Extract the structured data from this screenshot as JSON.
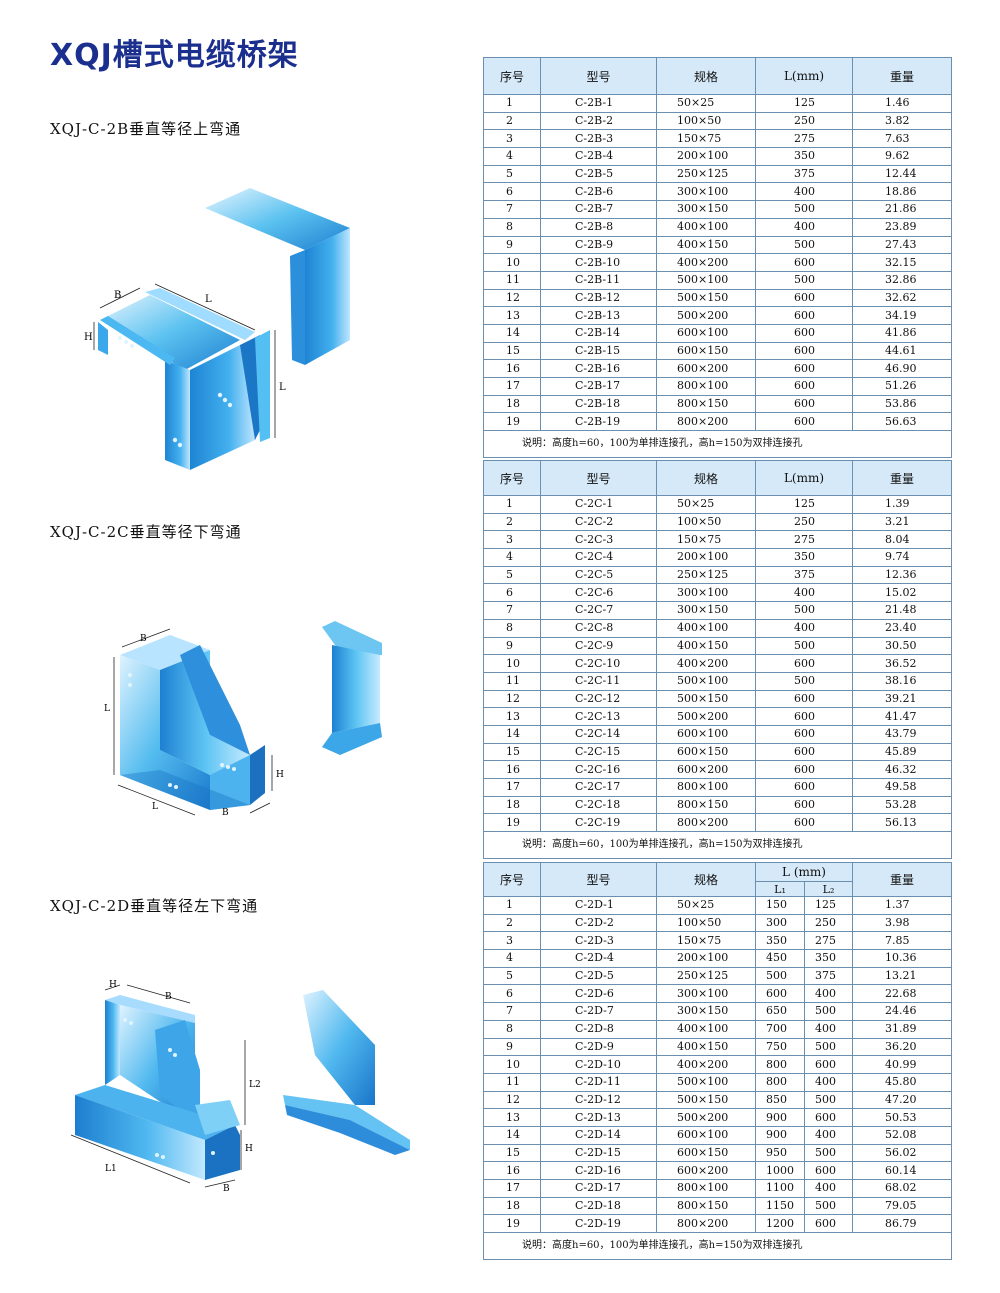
{
  "page_title": "XQJ槽式电缆桥架",
  "headers": {
    "no": "序号",
    "model": "型号",
    "spec": "规格",
    "length": "L(mm)",
    "length_group": "L (mm)",
    "l1": "L₁",
    "l2": "L₂",
    "weight": "重量"
  },
  "dimension_labels": {
    "B": "B",
    "L": "L",
    "H": "H",
    "L1": "L1",
    "L2": "L2"
  },
  "sections": [
    {
      "title": "XQJ-C-2B垂直等径上弯通",
      "note": "说明：高度h=60，100为单排连接孔，高h=150为双排连接孔",
      "rows": [
        [
          "1",
          "C-2B-1",
          "50×25",
          "125",
          "1.46"
        ],
        [
          "2",
          "C-2B-2",
          "100×50",
          "250",
          "3.82"
        ],
        [
          "3",
          "C-2B-3",
          "150×75",
          "275",
          "7.63"
        ],
        [
          "4",
          "C-2B-4",
          "200×100",
          "350",
          "9.62"
        ],
        [
          "5",
          "C-2B-5",
          "250×125",
          "375",
          "12.44"
        ],
        [
          "6",
          "C-2B-6",
          "300×100",
          "400",
          "18.86"
        ],
        [
          "7",
          "C-2B-7",
          "300×150",
          "500",
          "21.86"
        ],
        [
          "8",
          "C-2B-8",
          "400×100",
          "400",
          "23.89"
        ],
        [
          "9",
          "C-2B-9",
          "400×150",
          "500",
          "27.43"
        ],
        [
          "10",
          "C-2B-10",
          "400×200",
          "600",
          "32.15"
        ],
        [
          "11",
          "C-2B-11",
          "500×100",
          "500",
          "32.86"
        ],
        [
          "12",
          "C-2B-12",
          "500×150",
          "600",
          "32.62"
        ],
        [
          "13",
          "C-2B-13",
          "500×200",
          "600",
          "34.19"
        ],
        [
          "14",
          "C-2B-14",
          "600×100",
          "600",
          "41.86"
        ],
        [
          "15",
          "C-2B-15",
          "600×150",
          "600",
          "44.61"
        ],
        [
          "16",
          "C-2B-16",
          "600×200",
          "600",
          "46.90"
        ],
        [
          "17",
          "C-2B-17",
          "800×100",
          "600",
          "51.26"
        ],
        [
          "18",
          "C-2B-18",
          "800×150",
          "600",
          "53.86"
        ],
        [
          "19",
          "C-2B-19",
          "800×200",
          "600",
          "56.63"
        ]
      ]
    },
    {
      "title": "XQJ-C-2C垂直等径下弯通",
      "note": "说明：高度h=60，100为单排连接孔，高h=150为双排连接孔",
      "rows": [
        [
          "1",
          "C-2C-1",
          "50×25",
          "125",
          "1.39"
        ],
        [
          "2",
          "C-2C-2",
          "100×50",
          "250",
          "3.21"
        ],
        [
          "3",
          "C-2C-3",
          "150×75",
          "275",
          "8.04"
        ],
        [
          "4",
          "C-2C-4",
          "200×100",
          "350",
          "9.74"
        ],
        [
          "5",
          "C-2C-5",
          "250×125",
          "375",
          "12.36"
        ],
        [
          "6",
          "C-2C-6",
          "300×100",
          "400",
          "15.02"
        ],
        [
          "7",
          "C-2C-7",
          "300×150",
          "500",
          "21.48"
        ],
        [
          "8",
          "C-2C-8",
          "400×100",
          "400",
          "23.40"
        ],
        [
          "9",
          "C-2C-9",
          "400×150",
          "500",
          "30.50"
        ],
        [
          "10",
          "C-2C-10",
          "400×200",
          "600",
          "36.52"
        ],
        [
          "11",
          "C-2C-11",
          "500×100",
          "500",
          "38.16"
        ],
        [
          "12",
          "C-2C-12",
          "500×150",
          "600",
          "39.21"
        ],
        [
          "13",
          "C-2C-13",
          "500×200",
          "600",
          "41.47"
        ],
        [
          "14",
          "C-2C-14",
          "600×100",
          "600",
          "43.79"
        ],
        [
          "15",
          "C-2C-15",
          "600×150",
          "600",
          "45.89"
        ],
        [
          "16",
          "C-2C-16",
          "600×200",
          "600",
          "46.32"
        ],
        [
          "17",
          "C-2C-17",
          "800×100",
          "600",
          "49.58"
        ],
        [
          "18",
          "C-2C-18",
          "800×150",
          "600",
          "53.28"
        ],
        [
          "19",
          "C-2C-19",
          "800×200",
          "600",
          "56.13"
        ]
      ]
    },
    {
      "title": "XQJ-C-2D垂直等径左下弯通",
      "note": "说明：高度h=60，100为单排连接孔，高h=150为双排连接孔",
      "rows": [
        [
          "1",
          "C-2D-1",
          "50×25",
          "150",
          "125",
          "1.37"
        ],
        [
          "2",
          "C-2D-2",
          "100×50",
          "300",
          "250",
          "3.98"
        ],
        [
          "3",
          "C-2D-3",
          "150×75",
          "350",
          "275",
          "7.85"
        ],
        [
          "4",
          "C-2D-4",
          "200×100",
          "450",
          "350",
          "10.36"
        ],
        [
          "5",
          "C-2D-5",
          "250×125",
          "500",
          "375",
          "13.21"
        ],
        [
          "6",
          "C-2D-6",
          "300×100",
          "600",
          "400",
          "22.68"
        ],
        [
          "7",
          "C-2D-7",
          "300×150",
          "650",
          "500",
          "24.46"
        ],
        [
          "8",
          "C-2D-8",
          "400×100",
          "700",
          "400",
          "31.89"
        ],
        [
          "9",
          "C-2D-9",
          "400×150",
          "750",
          "500",
          "36.20"
        ],
        [
          "10",
          "C-2D-10",
          "400×200",
          "800",
          "600",
          "40.99"
        ],
        [
          "11",
          "C-2D-11",
          "500×100",
          "800",
          "400",
          "45.80"
        ],
        [
          "12",
          "C-2D-12",
          "500×150",
          "850",
          "500",
          "47.20"
        ],
        [
          "13",
          "C-2D-13",
          "500×200",
          "900",
          "600",
          "50.53"
        ],
        [
          "14",
          "C-2D-14",
          "600×100",
          "900",
          "400",
          "52.08"
        ],
        [
          "15",
          "C-2D-15",
          "600×150",
          "950",
          "500",
          "56.02"
        ],
        [
          "16",
          "C-2D-16",
          "600×200",
          "1000",
          "600",
          "60.14"
        ],
        [
          "17",
          "C-2D-17",
          "800×100",
          "1100",
          "400",
          "68.02"
        ],
        [
          "18",
          "C-2D-18",
          "800×150",
          "1150",
          "500",
          "79.05"
        ],
        [
          "19",
          "C-2D-19",
          "800×200",
          "1200",
          "600",
          "86.79"
        ]
      ]
    }
  ]
}
